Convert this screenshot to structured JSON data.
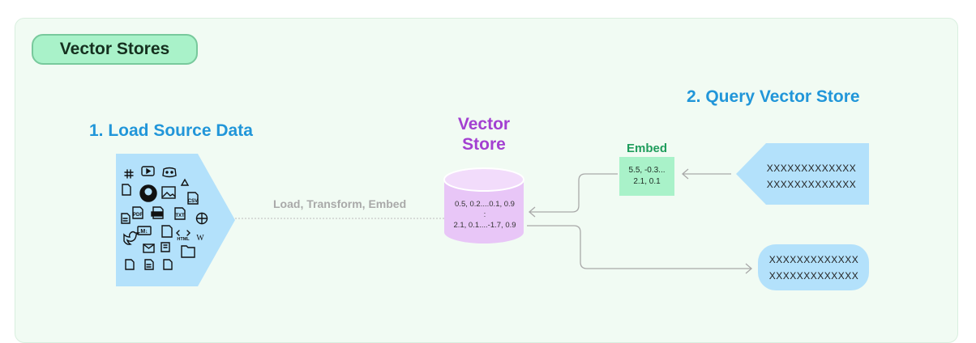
{
  "title": "Vector Stores",
  "load_heading": "1. Load Source Data",
  "query_heading": "2. Query Vector Store",
  "vector_store": {
    "label_line1": "Vector",
    "label_line2": "Store",
    "row1": "0.5, 0.2....0.1, 0.9",
    "row2": ":",
    "row3": "2.1, 0.1....-1.7, 0.9"
  },
  "flow_label": "Load, Transform, Embed",
  "embed": {
    "label": "Embed",
    "line1": "5.5, -0.3...",
    "line2": "2.1, 0.1"
  },
  "query": {
    "line1": "XXXXXXXXXXXXX",
    "line2": "XXXXXXXXXXXXX"
  },
  "result": {
    "line1": "XXXXXXXXXXXXX",
    "line2": "XXXXXXXXXXXXX"
  },
  "source_icons": {
    "icons": [
      "slack-icon",
      "youtube-icon",
      "discord-icon",
      "drive-icon",
      "file-icon",
      "github-icon",
      "image-icon",
      "csv-icon",
      "doc-icon",
      "pdf-icon",
      "docx-icon",
      "txt-icon",
      "web-icon",
      "markdown-icon",
      "json-icon",
      "html-icon",
      "wikipedia-icon",
      "twitter-icon",
      "email-icon",
      "notion-icon",
      "folder-icon",
      "file-icon",
      "doc-icon",
      "file-icon"
    ],
    "csv": "CSV",
    "pdf": "PDF",
    "txt": "TXT",
    "md": "M↓",
    "html": "HTML",
    "wiki": "W"
  },
  "colors": {
    "accent_blue": "#2196d9",
    "purple": "#a340d1",
    "green": "#1f9d5c",
    "mint": "#a9f2c9",
    "light_blue": "#b3e1fb",
    "lilac": "#e8c6f7"
  }
}
